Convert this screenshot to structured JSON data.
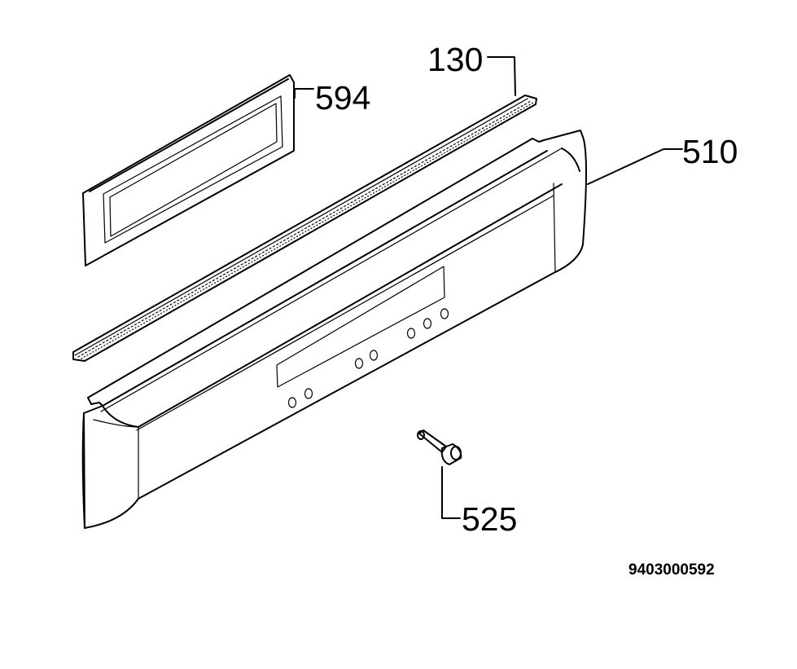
{
  "callouts": {
    "part_130": "130",
    "part_594": "594",
    "part_510": "510",
    "part_525": "525"
  },
  "document_number": "9403000592"
}
